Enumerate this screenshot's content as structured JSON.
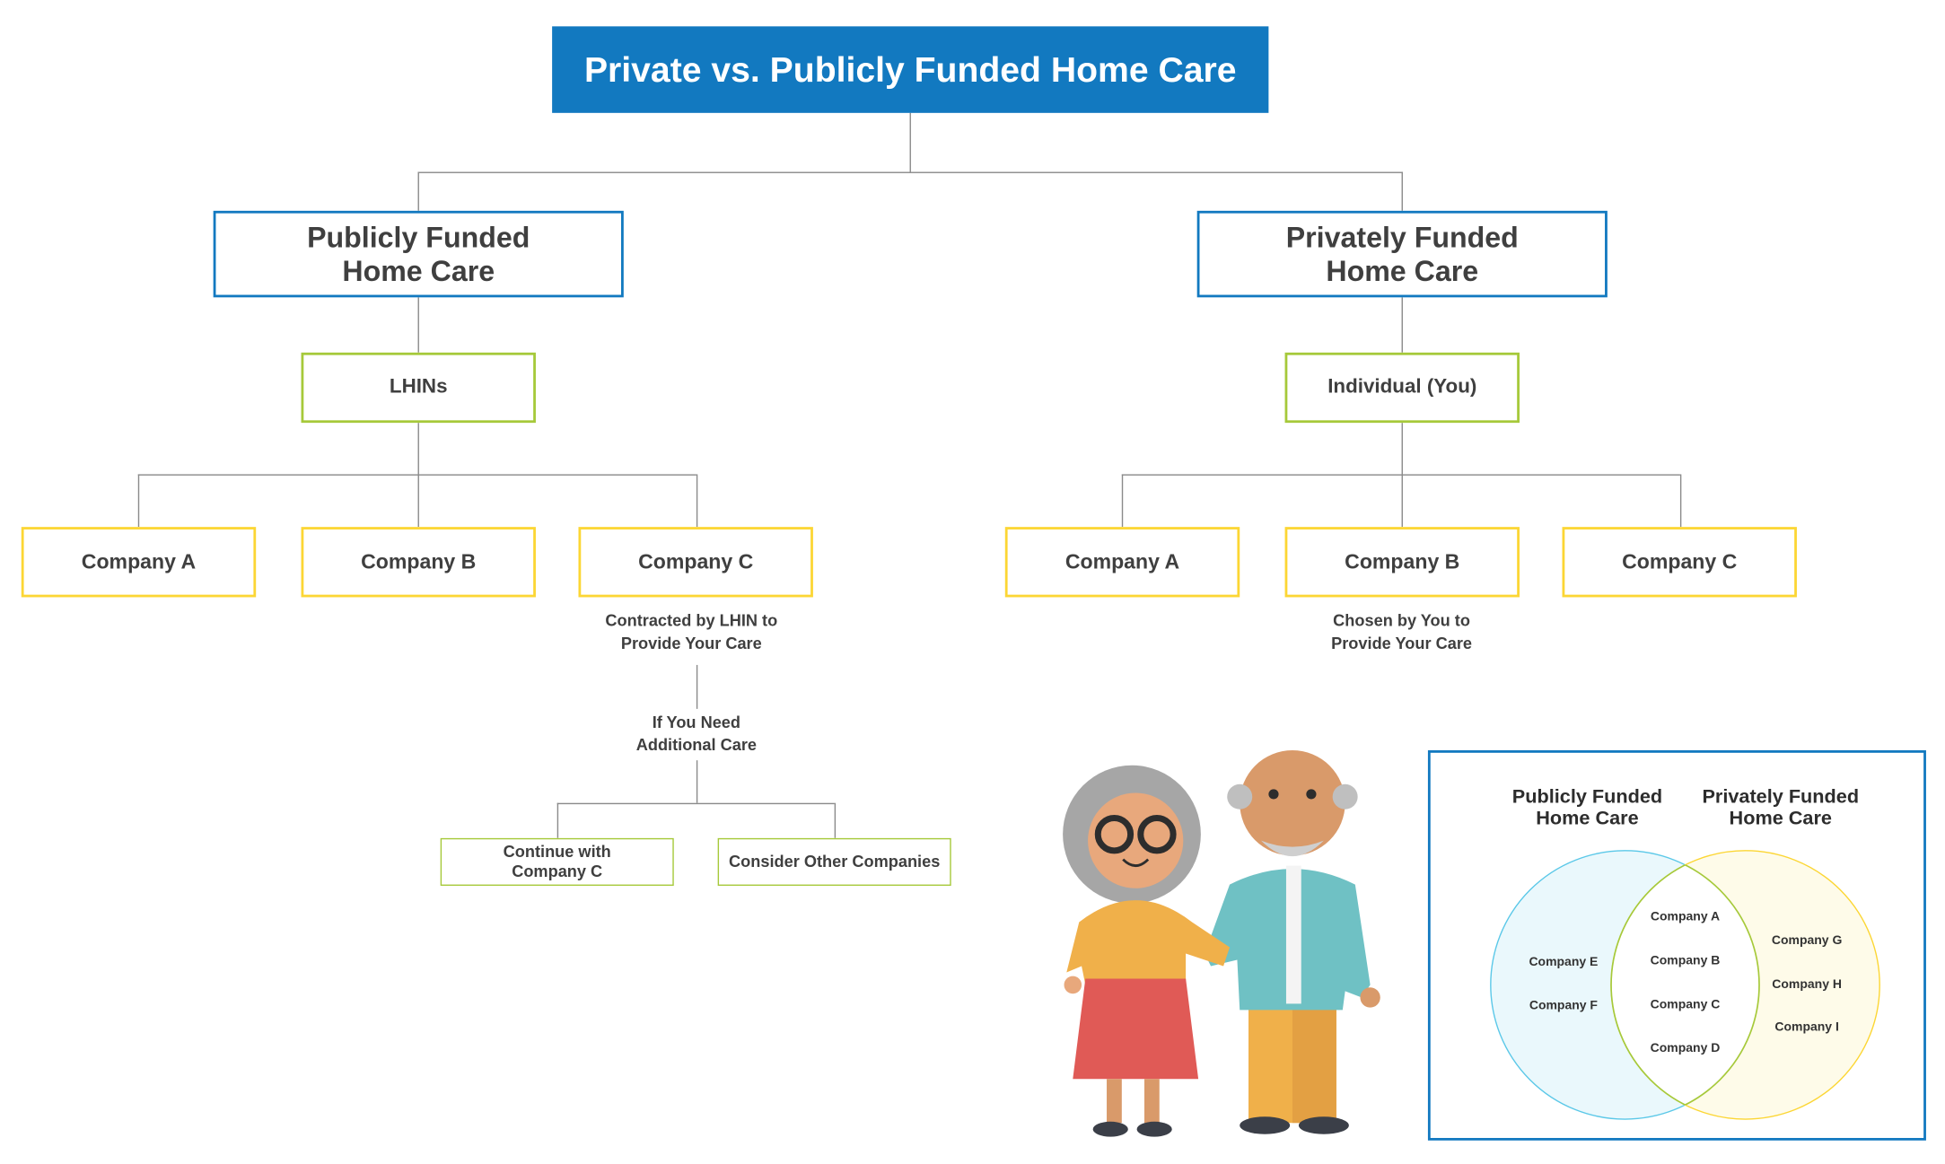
{
  "title": "Private vs. Publicly Funded Home Care",
  "public": {
    "heading_line1": "Publicly Funded",
    "heading_line2": "Home Care",
    "coordinator": "LHINs",
    "companies": [
      "Company A",
      "Company B",
      "Company C"
    ],
    "note_line1": "Contracted by LHIN to",
    "note_line2": "Provide Your Care",
    "additional_line1": "If You Need",
    "additional_line2": "Additional Care",
    "option_continue_line1": "Continue with",
    "option_continue_line2": "Company C",
    "option_other": "Consider Other Companies"
  },
  "private": {
    "heading_line1": "Privately Funded",
    "heading_line2": "Home Care",
    "coordinator": "Individual (You)",
    "companies": [
      "Company A",
      "Company B",
      "Company C"
    ],
    "note_line1": "Chosen by You to",
    "note_line2": "Provide Your Care"
  },
  "venn": {
    "left_title_line1": "Publicly Funded",
    "left_title_line2": "Home Care",
    "right_title_line1": "Privately Funded",
    "right_title_line2": "Home Care",
    "left_only": [
      "Company E",
      "Company F"
    ],
    "both": [
      "Company A",
      "Company B",
      "Company C",
      "Company D"
    ],
    "right_only": [
      "Company G",
      "Company H",
      "Company I"
    ]
  },
  "colors": {
    "title_bg": "#1279c0",
    "level1": "#1279c0",
    "level2": "#a6c93a",
    "level3": "#fcd634",
    "venn_left": "#5bc8e8",
    "venn_right": "#fcd634"
  }
}
